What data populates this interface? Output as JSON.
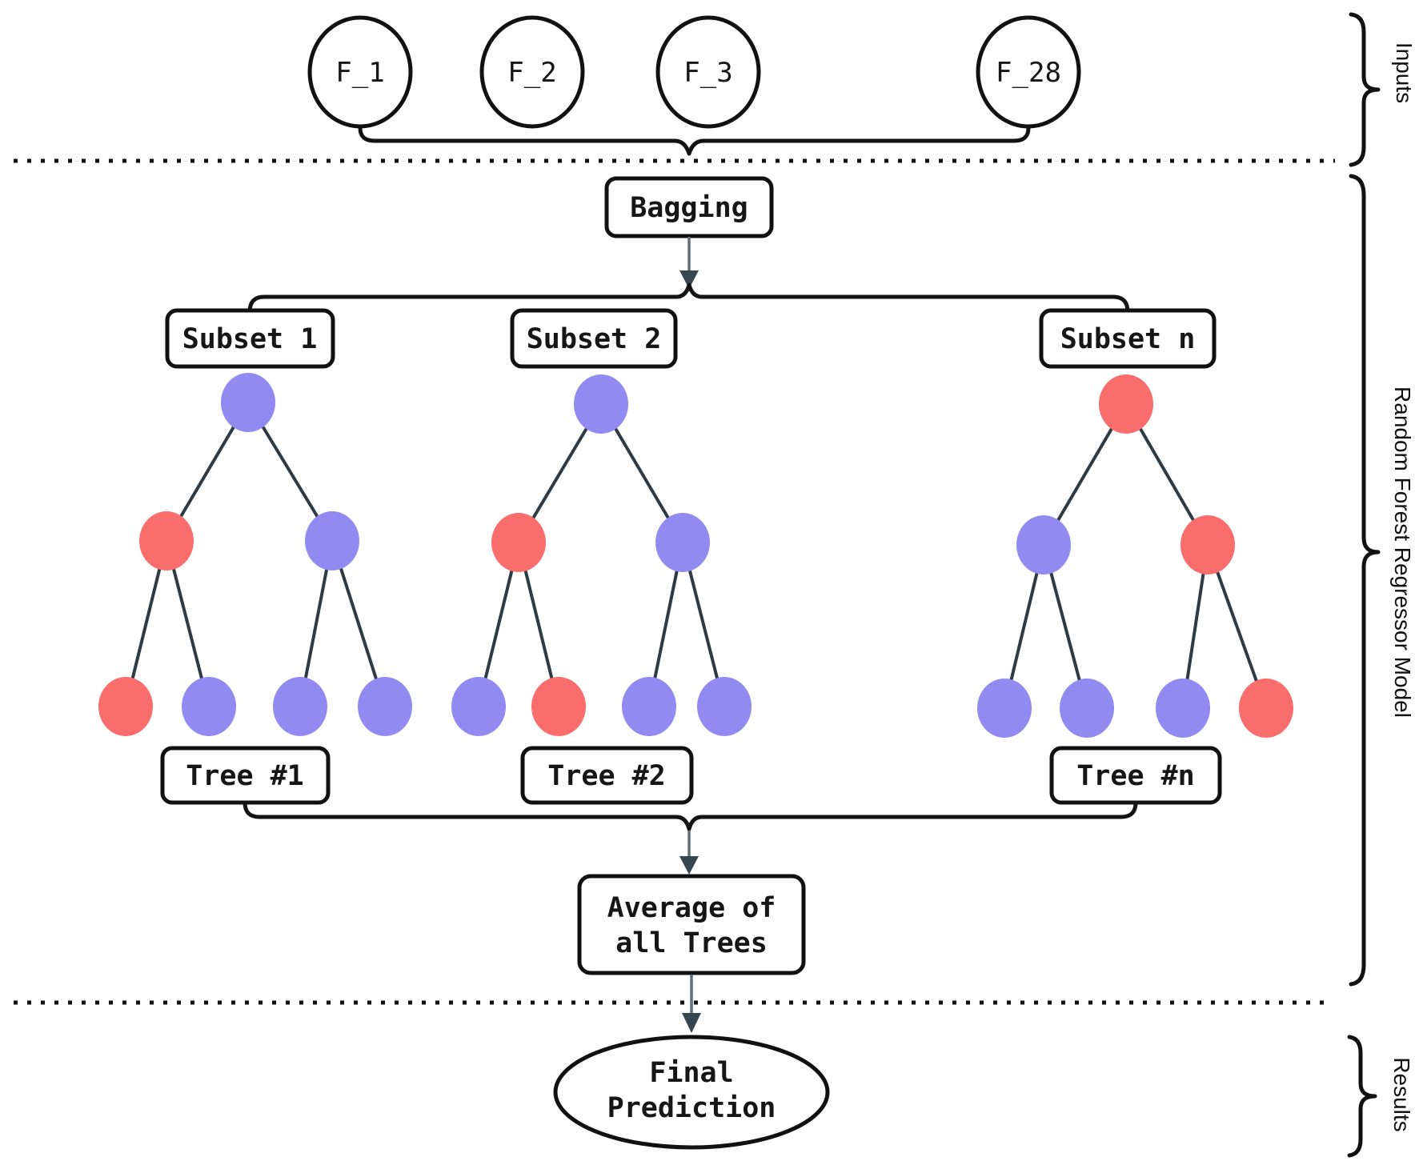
{
  "sections": {
    "inputs": "Inputs",
    "model": "Random Forest Regressor Model",
    "results": "Results"
  },
  "input_features": [
    "F_1",
    "F_2",
    "F_3",
    "F_28"
  ],
  "bagging_label": "Bagging",
  "subsets": [
    "Subset 1",
    "Subset 2",
    "Subset n"
  ],
  "trees": [
    {
      "label": "Tree #1",
      "node_fills": {
        "root": "#918af0",
        "mid_left": "#fa6d6d",
        "mid_right": "#918af0",
        "leaf1": "#fa6d6d",
        "leaf2": "#918af0",
        "leaf3": "#918af0",
        "leaf4": "#918af0"
      }
    },
    {
      "label": "Tree #2",
      "node_fills": {
        "root": "#918af0",
        "mid_left": "#fa6d6d",
        "mid_right": "#918af0",
        "leaf1": "#918af0",
        "leaf2": "#fa6d6d",
        "leaf3": "#918af0",
        "leaf4": "#918af0"
      }
    },
    {
      "label": "Tree #n",
      "node_fills": {
        "root": "#fa6d6d",
        "mid_left": "#918af0",
        "mid_right": "#fa6d6d",
        "leaf1": "#918af0",
        "leaf2": "#918af0",
        "leaf3": "#918af0",
        "leaf4": "#fa6d6d"
      }
    }
  ],
  "average_box": {
    "line1": "Average of",
    "line2": "all Trees"
  },
  "final_prediction": {
    "line1": "Final",
    "line2": "Prediction"
  },
  "colors": {
    "node_purple": "#918af0",
    "node_red": "#fa6d6d",
    "edge_line": "#2d3b45",
    "arrow_line": "#5f7077",
    "arrow_head": "#37474f",
    "outline_black": "#111111"
  }
}
